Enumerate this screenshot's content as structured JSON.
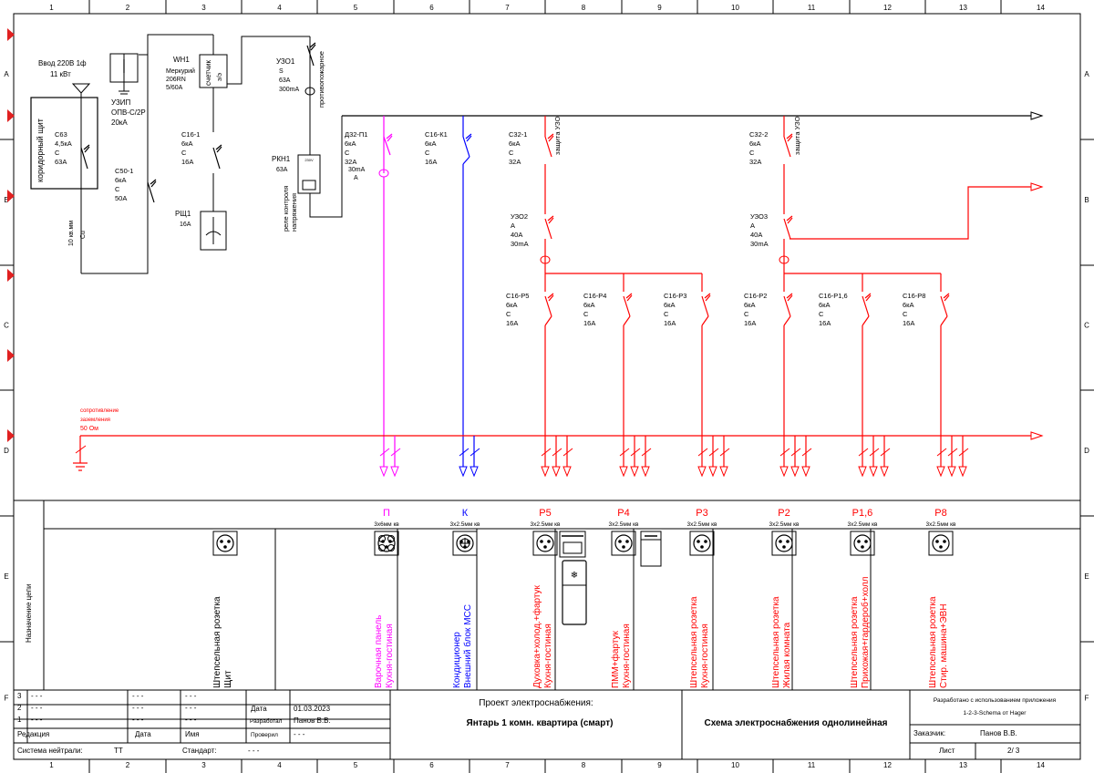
{
  "colors": {
    "black": "#000000",
    "red": "#ff0000",
    "magenta": "#ff00ff",
    "blue": "#0000ff"
  },
  "grid": {
    "cols": [
      "1",
      "2",
      "3",
      "4",
      "5",
      "6",
      "7",
      "8",
      "9",
      "10",
      "11",
      "12",
      "13",
      "14"
    ],
    "rows": [
      "A",
      "B",
      "C",
      "D",
      "E",
      "F"
    ]
  },
  "input": {
    "line1": "Ввод 220В 1ф",
    "line2": "11 кВт"
  },
  "corridor_panel": "коридорный щит",
  "breaker_c63": [
    "С63",
    "4,5кА",
    "С",
    "63А"
  ],
  "cable": [
    "10 кв.мм",
    "Cu"
  ],
  "spd": [
    "УЗИП",
    "ОПВ-С/2Р",
    "20кА"
  ],
  "meter": {
    "label": "WH1",
    "lines": [
      "Меркурий",
      "206RN",
      "5/60А"
    ],
    "body": [
      "счетчик",
      "э/э"
    ]
  },
  "breaker_c50": [
    "С50-1",
    "6кА",
    "С",
    "50А"
  ],
  "breaker_c16_1": [
    "С16-1",
    "6кА",
    "С",
    "16А"
  ],
  "rsh": [
    "РЩ1",
    "16А"
  ],
  "rcd1": {
    "label": "УЗО1",
    "lines": [
      "S",
      "63А",
      "300mA"
    ],
    "vert": "противопожарное"
  },
  "rkn": {
    "label": "РКН1",
    "lines": [
      "63А"
    ],
    "vert": [
      "реле контроля",
      "напряжения"
    ],
    "tag": "230V"
  },
  "circuits": [
    {
      "id": "p1",
      "lines": [
        "Д32-П1",
        "6кА",
        "С",
        "32А",
        "30mA",
        "А"
      ],
      "color": "magenta"
    },
    {
      "id": "k1",
      "lines": [
        "С16-К1",
        "6кА",
        "С",
        "16А"
      ],
      "color": "blue"
    },
    {
      "id": "c32_1",
      "lines": [
        "С32-1",
        "6кА",
        "С",
        "32А"
      ],
      "vert": "защита УЗО",
      "color": "red"
    },
    {
      "id": "c32_2",
      "lines": [
        "С32-2",
        "6кА",
        "С",
        "32А"
      ],
      "vert": "защита УЗО",
      "color": "red"
    }
  ],
  "rcd2": [
    "УЗО2",
    "А",
    "40А",
    "30mA"
  ],
  "rcd3": [
    "УЗО3",
    "А",
    "40А",
    "30mA"
  ],
  "group_breakers": [
    {
      "lines": [
        "С16-Р5",
        "6кА",
        "С",
        "16А"
      ]
    },
    {
      "lines": [
        "С16-Р4",
        "6кА",
        "С",
        "16А"
      ]
    },
    {
      "lines": [
        "С16-Р3",
        "6кА",
        "С",
        "16А"
      ]
    },
    {
      "lines": [
        "С16-Р2",
        "6кА",
        "С",
        "16А"
      ]
    },
    {
      "lines": [
        "С16-Р1,6",
        "6кА",
        "С",
        "16А"
      ]
    },
    {
      "lines": [
        "С16-Р8",
        "6кА",
        "С",
        "16А"
      ]
    }
  ],
  "ground_label": [
    "сопротивление",
    "заземления",
    "50 Ом"
  ],
  "purpose_header": "Назначение цепи",
  "consumers": [
    {
      "code": "",
      "cable": "",
      "desc": [
        "Штепсельная розетка",
        "Щит"
      ],
      "color": "black"
    },
    {
      "code": "П",
      "cable": "3х6мм кв",
      "desc": [
        "Варочная панель",
        "Кухня-гостиная"
      ],
      "color": "magenta"
    },
    {
      "code": "К",
      "cable": "3х2.5мм кв",
      "desc": [
        "Кондиционер",
        "Внешний блок МСС"
      ],
      "color": "blue"
    },
    {
      "code": "Р5",
      "cable": "3х2.5мм кв",
      "desc": [
        "Духовка+холод.+фартук",
        "Кухня-гостиная"
      ],
      "color": "red"
    },
    {
      "code": "Р4",
      "cable": "3х2.5мм кв",
      "desc": [
        "ПММ+фартук",
        "Кухня-гостиная"
      ],
      "color": "red"
    },
    {
      "code": "Р3",
      "cable": "3х2.5мм кв",
      "desc": [
        "Штепсельная розетка",
        "Кухня-гостиная"
      ],
      "color": "red"
    },
    {
      "code": "Р2",
      "cable": "3х2.5мм кв",
      "desc": [
        "Штепсельная розетка",
        "Жилая комната"
      ],
      "color": "red"
    },
    {
      "code": "Р1,6",
      "cable": "3х2.5мм кв",
      "desc": [
        "Штепсельная розетка",
        "Прихожая+гардероб+холл"
      ],
      "color": "red"
    },
    {
      "code": "Р8",
      "cable": "3х2.5мм кв",
      "desc": [
        "Штепсельная розетка",
        "Стир. машина+ЭВН"
      ],
      "color": "red"
    }
  ],
  "title_block": {
    "rev_rows": [
      [
        "3",
        "- - -",
        "- - -",
        "- - -"
      ],
      [
        "2",
        "- - -",
        "- - -",
        "- - -"
      ],
      [
        "1",
        "- - -",
        "- - -",
        "- - -"
      ]
    ],
    "edit": "Редакция",
    "date_h": "Дата",
    "name_h": "Имя",
    "date_label": "Дата",
    "date_value": "01.03.2023",
    "dev_label": "Разработал",
    "dev_value": "Панов В.В.",
    "chk_label": "Проверил",
    "chk_value": "- - -",
    "neutral_label": "Система нейтрали:",
    "neutral_value": "ТТ",
    "std_label": "Стандарт:",
    "std_value": "- - -",
    "project_title": "Проект электроснабжения:",
    "project_name": "Янтарь 1 комн. квартира (смарт)",
    "scheme_name": "Схема электроснабжения однолинейная",
    "software": [
      "Разработано с использованием приложения",
      "1-2-3-Schema от Hager"
    ],
    "customer_label": "Заказчик:",
    "customer_value": "Панов В.В.",
    "sheet_label": "Лист",
    "sheet_value": "2/ 3"
  }
}
